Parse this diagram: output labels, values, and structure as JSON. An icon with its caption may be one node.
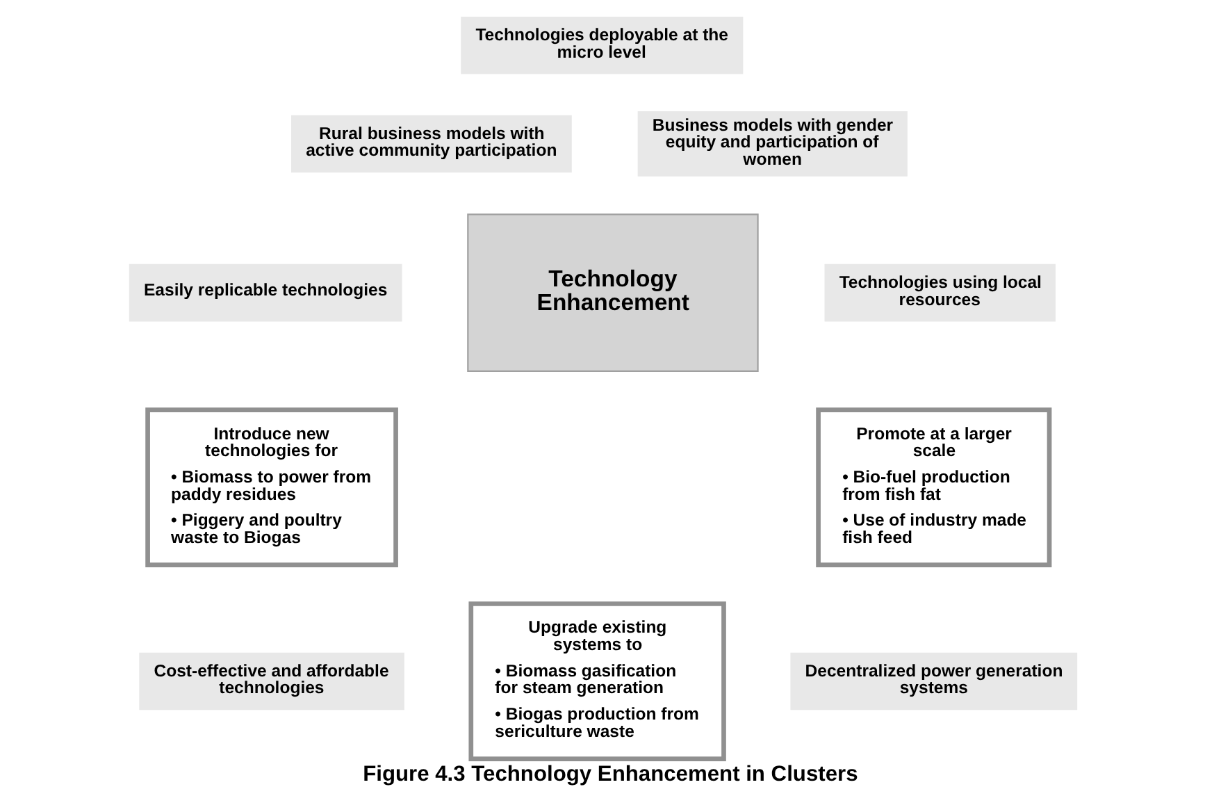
{
  "diagram": {
    "caption": "Figure 4.3 Technology Enhancement in Clusters",
    "nodes": [
      {
        "text": [
          "Technologies deployable at the micro level"
        ]
      },
      {
        "text": [
          "Rural business models with active community participation"
        ]
      },
      {
        "text": [
          "Business models with gender equity and participation of women"
        ]
      },
      {
        "text": [
          "Technology Enhancement"
        ]
      },
      {
        "text": [
          "Easily replicable technologies"
        ]
      },
      {
        "text": [
          "Technologies using local resources"
        ]
      },
      {
        "text": [
          "Introduce new technologies for",
          "• Biomass to power from paddy residues",
          "• Piggery and poultry waste to Biogas"
        ]
      },
      {
        "text": [
          "Promote at a larger scale",
          "• Bio-fuel production from fish fat",
          "• Use of industry made fish feed"
        ]
      },
      {
        "text": [
          "Upgrade existing systems to",
          "• Biomass gasification for steam generation",
          "• Biogas production from sericulture waste"
        ]
      },
      {
        "text": [
          "Cost-effective and affordable technologies"
        ]
      },
      {
        "text": [
          "Decentralized power generation systems"
        ]
      }
    ],
    "edges": []
  }
}
